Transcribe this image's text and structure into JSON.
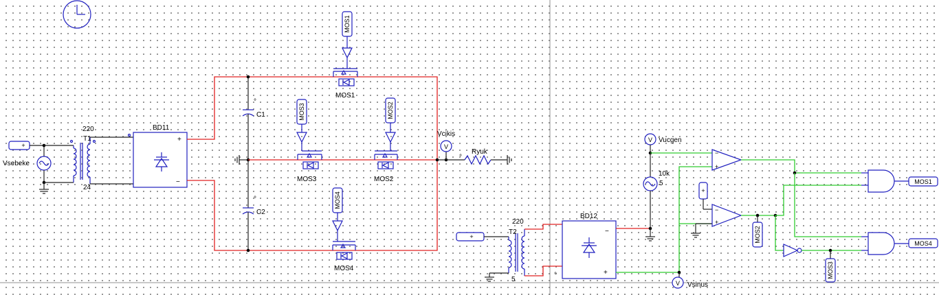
{
  "labels": {
    "vsebeke": "Vsebeke",
    "t1_primary": "220",
    "t1": "T1",
    "t1_secondary": "24",
    "bd11": "BD11",
    "c1": "C1",
    "c2": "C2",
    "mos1": "MOS1",
    "mos2": "MOS2",
    "mos3": "MOS3",
    "mos4": "MOS4",
    "vcikis": "Vcikis",
    "ryuk": "Ryuk",
    "vucgen": "Vucgen",
    "sine_freq": "10k",
    "sine_amp": "5",
    "t2_primary": "220",
    "t2": "T2",
    "t2_secondary": "5",
    "bd12": "BD12",
    "vsinus": "Vsinus",
    "bd_plus": "+",
    "bd_minus": "−"
  },
  "tags": {
    "mos1_top": "MOS1",
    "mos3_left": "MOS3",
    "mos2_right": "MOS2",
    "mos4_bottom": "MOS4",
    "mos2_out": "MOS2",
    "mos3_out": "MOS3",
    "and1_out": "MOS1",
    "and2_out": "MOS4",
    "plus_src1": "+",
    "plus_src2": "+",
    "plus_src3": "+"
  }
}
